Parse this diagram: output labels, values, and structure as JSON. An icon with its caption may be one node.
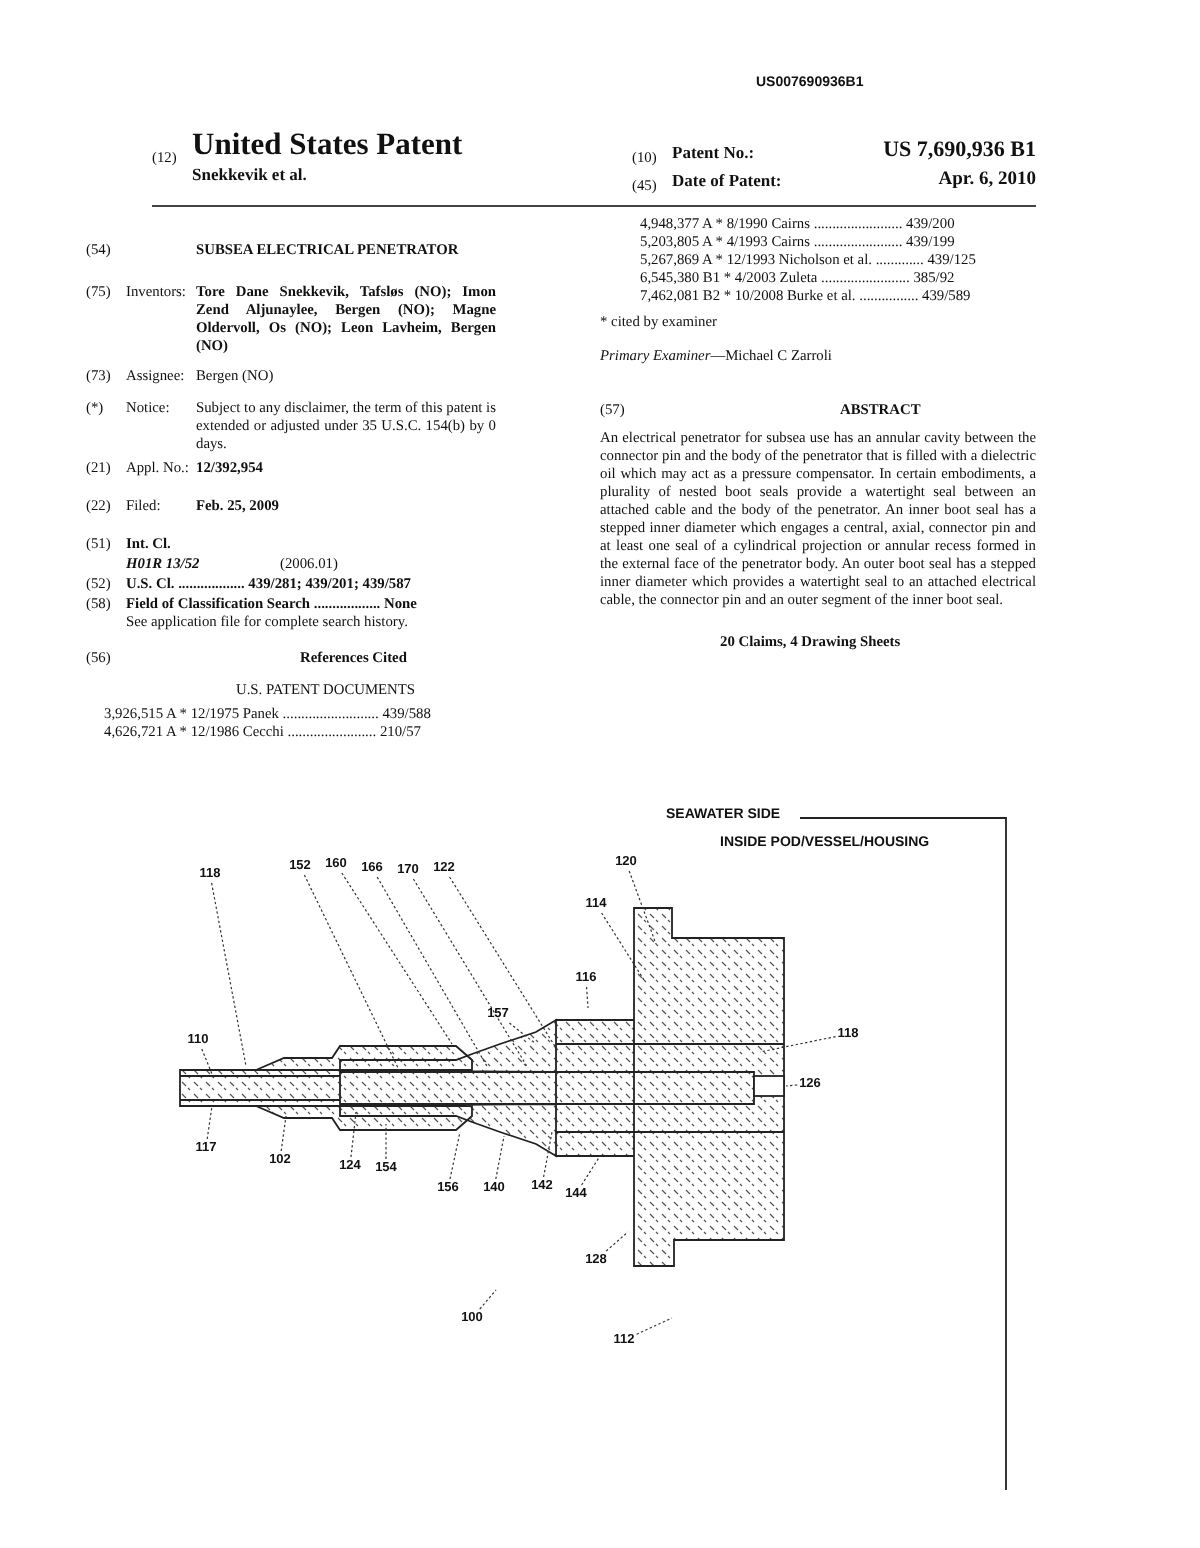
{
  "diagram": {
    "title": "United States Patent",
    "nodes": [
      {
        "text": [
          "118"
        ]
      },
      {
        "text": [
          "152"
        ]
      },
      {
        "text": [
          "160"
        ]
      },
      {
        "text": [
          "166"
        ]
      },
      {
        "text": [
          "170"
        ]
      },
      {
        "text": [
          "122"
        ]
      },
      {
        "text": [
          "120"
        ]
      },
      {
        "text": [
          "114"
        ]
      },
      {
        "text": [
          "116"
        ]
      },
      {
        "text": [
          "157"
        ]
      },
      {
        "text": [
          "110"
        ]
      },
      {
        "text": [
          "117"
        ]
      },
      {
        "text": [
          "102"
        ]
      },
      {
        "text": [
          "124"
        ]
      },
      {
        "text": [
          "154"
        ]
      },
      {
        "text": [
          "156"
        ]
      },
      {
        "text": [
          "140"
        ]
      },
      {
        "text": [
          "142"
        ]
      },
      {
        "text": [
          "144"
        ]
      },
      {
        "text": [
          "118"
        ]
      },
      {
        "text": [
          "126"
        ]
      },
      {
        "text": [
          "128"
        ]
      },
      {
        "text": [
          "100"
        ]
      },
      {
        "text": [
          "112"
        ]
      }
    ],
    "edges": [
      {
        "from": 0,
        "to": null,
        "arrow": "none"
      },
      {
        "from": 1,
        "to": null,
        "arrow": "none"
      },
      {
        "from": 2,
        "to": null,
        "arrow": "none"
      },
      {
        "from": 3,
        "to": null,
        "arrow": "none"
      },
      {
        "from": 4,
        "to": null,
        "arrow": "none"
      },
      {
        "from": 5,
        "to": null,
        "arrow": "none"
      },
      {
        "from": 6,
        "to": null,
        "arrow": "none"
      },
      {
        "from": 7,
        "to": null,
        "arrow": "none"
      },
      {
        "from": 8,
        "to": null,
        "arrow": "none"
      },
      {
        "from": 9,
        "to": null,
        "arrow": "none"
      },
      {
        "from": 10,
        "to": null,
        "arrow": "none"
      },
      {
        "from": 11,
        "to": null,
        "arrow": "none"
      },
      {
        "from": 12,
        "to": null,
        "arrow": "none"
      },
      {
        "from": 13,
        "to": null,
        "arrow": "none"
      },
      {
        "from": 14,
        "to": null,
        "arrow": "none"
      },
      {
        "from": 15,
        "to": null,
        "arrow": "none"
      },
      {
        "from": 16,
        "to": null,
        "arrow": "none"
      },
      {
        "from": 17,
        "to": null,
        "arrow": "none"
      },
      {
        "from": 18,
        "to": null,
        "arrow": "none"
      },
      {
        "from": 19,
        "to": null,
        "arrow": "none"
      },
      {
        "from": 20,
        "to": null,
        "arrow": "none"
      },
      {
        "from": 21,
        "to": null,
        "arrow": "none"
      },
      {
        "from": 22,
        "to": null,
        "arrow": "none"
      },
      {
        "from": 23,
        "to": null,
        "arrow": "none"
      }
    ],
    "labels": [
      "US007690936B1",
      "(12)",
      "Snekkevik et al.",
      "(10)",
      "Patent No.:",
      "US 7,690,936 B1",
      "(45)",
      "Date of Patent:",
      "Apr. 6, 2010",
      "(54)",
      "SUBSEA ELECTRICAL PENETRATOR",
      "(75)",
      "Inventors:",
      "Tore Dane Snekkevik, Tafsløs (NO); Imon Zend Aljunaylee, Bergen (NO); Magne Oldervoll, Os (NO); Leon Lavheim, Bergen (NO)",
      "(73)",
      "Assignee:",
      "Bergen (NO)",
      "(*)",
      "Notice:",
      "Subject to any disclaimer, the term of this patent is extended or adjusted under 35 U.S.C. 154(b) by 0 days.",
      "(21)",
      "Appl. No.:",
      "12/392,954",
      "(22)",
      "Filed:",
      "Feb. 25, 2009",
      "(51)",
      "Int. Cl.",
      "H01R 13/52",
      "(2006.01)",
      "(52)",
      "U.S. Cl. .................. 439/281; 439/201; 439/587",
      "(58)",
      "Field of Classification Search .................. None",
      "See application file for complete search history.",
      "(56)",
      "References Cited",
      "U.S. PATENT DOCUMENTS",
      "3,926,515 A * 12/1975 Panek .......................... 439/588",
      "4,626,721 A * 12/1986 Cecchi ........................ 210/57",
      "4,948,377 A * 8/1990 Cairns ........................ 439/200",
      "5,203,805 A * 4/1993 Cairns ........................ 439/199",
      "5,267,869 A * 12/1993 Nicholson et al. ............. 439/125",
      "6,545,380 B1 * 4/2003 Zuleta ........................ 385/92",
      "7,462,081 B2 * 10/2008 Burke et al. ................ 439/589",
      "* cited by examiner",
      "*Primary Examiner*—Michael C Zarroli",
      "(57)",
      "ABSTRACT",
      "An electrical penetrator for subsea use has an annular cavity between the connector pin and the body of the penetrator that is filled with a dielectric oil which may act as a pressure compensator. In certain embodiments, a plurality of nested boot seals provide a watertight seal between an attached cable and the body of the penetrator. An inner boot seal has a stepped inner diameter which engages a central, axial, connector pin and at least one seal of a cylindrical projection or annular recess formed in the external face of the penetrator body. An outer boot seal has a stepped inner diameter which provides a watertight seal to an attached electrical cable, the connector pin and an outer segment of the inner boot seal.",
      "20 Claims, 4 Drawing Sheets",
      "SEAWATER SIDE",
      "INSIDE POD/VESSEL/HOUSING"
    ]
  }
}
